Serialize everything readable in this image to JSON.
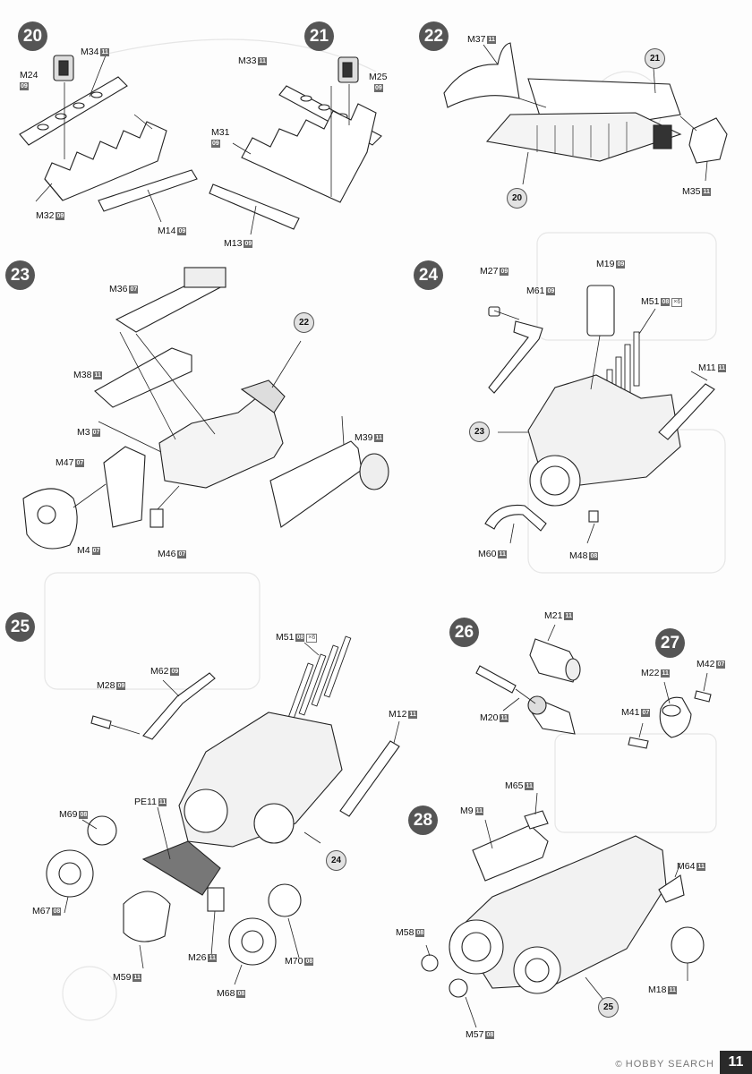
{
  "steps": {
    "s20": {
      "number": "20",
      "labels": {
        "m34": {
          "part": "M34",
          "code": "11"
        },
        "m24": {
          "part": "M24",
          "code": "09"
        },
        "m32": {
          "part": "M32",
          "code": "09"
        },
        "m14": {
          "part": "M14",
          "code": "09"
        }
      }
    },
    "s21": {
      "number": "21",
      "labels": {
        "m33": {
          "part": "M33",
          "code": "11"
        },
        "m25": {
          "part": "M25",
          "code": "09"
        },
        "m31": {
          "part": "M31",
          "code": "09"
        },
        "m13": {
          "part": "M13",
          "code": "09"
        }
      }
    },
    "s22": {
      "number": "22",
      "labels": {
        "m37": {
          "part": "M37",
          "code": "11"
        },
        "m35": {
          "part": "M35",
          "code": "11"
        }
      },
      "refs": {
        "r21": "21",
        "r20": "20"
      }
    },
    "s23": {
      "number": "23",
      "labels": {
        "m36": {
          "part": "M36",
          "code": "07"
        },
        "m38": {
          "part": "M38",
          "code": "11"
        },
        "m3": {
          "part": "M3",
          "code": "07"
        },
        "m47": {
          "part": "M47",
          "code": "07"
        },
        "m4": {
          "part": "M4",
          "code": "07"
        },
        "m46": {
          "part": "M46",
          "code": "07"
        },
        "m39": {
          "part": "M39",
          "code": "11"
        }
      },
      "refs": {
        "r22": "22"
      }
    },
    "s24": {
      "number": "24",
      "labels": {
        "m27": {
          "part": "M27",
          "code": "09"
        },
        "m61": {
          "part": "M61",
          "code": "09"
        },
        "m19": {
          "part": "M19",
          "code": "09"
        },
        "m51": {
          "part": "M51",
          "code": "08",
          "mult": "×6"
        },
        "m11": {
          "part": "M11",
          "code": "11"
        },
        "m60": {
          "part": "M60",
          "code": "11"
        },
        "m48": {
          "part": "M48",
          "code": "08"
        }
      },
      "refs": {
        "r23": "23"
      }
    },
    "s25": {
      "number": "25",
      "labels": {
        "m51": {
          "part": "M51",
          "code": "08",
          "mult": "×6"
        },
        "m62": {
          "part": "M62",
          "code": "09"
        },
        "m28": {
          "part": "M28",
          "code": "09"
        },
        "m12": {
          "part": "M12",
          "code": "11"
        },
        "m69": {
          "part": "M69",
          "code": "08"
        },
        "pe11": {
          "part": "PE11",
          "code": "11"
        },
        "m67": {
          "part": "M67",
          "code": "08"
        },
        "m26": {
          "part": "M26",
          "code": "11"
        },
        "m59": {
          "part": "M59",
          "code": "11"
        },
        "m68": {
          "part": "M68",
          "code": "08"
        },
        "m70": {
          "part": "M70",
          "code": "08"
        }
      },
      "refs": {
        "r24": "24"
      }
    },
    "s26": {
      "number": "26",
      "labels": {
        "m21": {
          "part": "M21",
          "code": "11"
        },
        "m20": {
          "part": "M20",
          "code": "11"
        }
      }
    },
    "s27": {
      "number": "27",
      "labels": {
        "m22": {
          "part": "M22",
          "code": "11"
        },
        "m42": {
          "part": "M42",
          "code": "07"
        },
        "m41": {
          "part": "M41",
          "code": "07"
        }
      }
    },
    "s28": {
      "number": "28",
      "labels": {
        "m65": {
          "part": "M65",
          "code": "11"
        },
        "m9": {
          "part": "M9",
          "code": "11"
        },
        "m64": {
          "part": "M64",
          "code": "11"
        },
        "m58": {
          "part": "M58",
          "code": "08"
        },
        "m18": {
          "part": "M18",
          "code": "11"
        },
        "m57": {
          "part": "M57",
          "code": "08"
        }
      },
      "refs": {
        "r25": "25"
      }
    }
  },
  "footer": {
    "copyright": "©",
    "brand": "HOBBY SEARCH",
    "page_number": "11"
  },
  "colors": {
    "badge": "#555555",
    "code_box": "#6b6b6b",
    "ghost": "#e6e6e6",
    "line": "#222222",
    "ref_fill": "#e2e2e2"
  }
}
